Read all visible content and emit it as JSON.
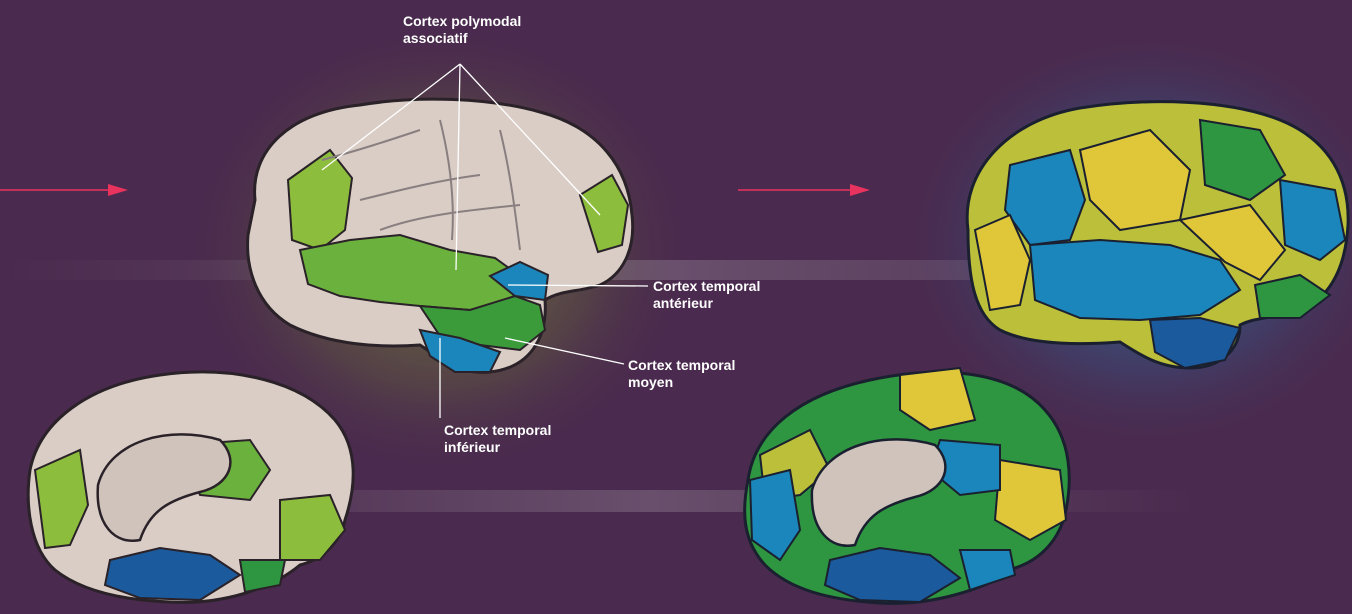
{
  "labels": {
    "polymodal": "Cortex polymodal\nassociatif",
    "anterieur": "Cortex temporal\nantérieur",
    "moyen": "Cortex temporal\nmoyen",
    "inferieur": "Cortex temporal\ninférieur"
  },
  "colors": {
    "background": "#4a2a4e",
    "cortex_neutral": "#d9cdc6",
    "green_light": "#8cbd3c",
    "green_dark": "#2e9640",
    "yellow": "#e0c73a",
    "yellow_green": "#bcbf3a",
    "blue": "#1a86bb",
    "blue_dark": "#1b5a9c",
    "arrow": "#e8335f"
  }
}
